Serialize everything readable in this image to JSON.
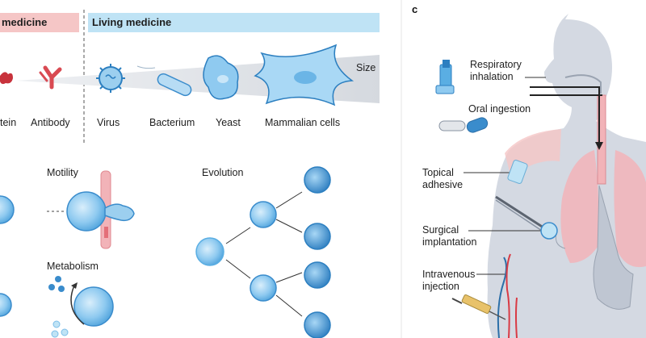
{
  "panel_b": {
    "header_left": "medicine",
    "header_right": "Living medicine",
    "size_label": "Size",
    "scale_items": [
      "tein",
      "Antibody",
      "Virus",
      "Bacterium",
      "Yeast",
      "Mammalian cells"
    ],
    "motility_label": "Motility",
    "metabolism_label": "Metabolism",
    "evolution_label": "Evolution"
  },
  "panel_c": {
    "panel_letter": "c",
    "routes": {
      "respiratory": [
        "Respiratory",
        "inhalation"
      ],
      "oral": "Oral ingestion",
      "topical": [
        "Topical",
        "adhesive"
      ],
      "surgical": [
        "Surgical",
        "implantation"
      ],
      "intravenous": [
        "Intravenous",
        "injection"
      ]
    }
  },
  "icons": [
    "protein-icon",
    "antibody-icon",
    "virus-icon",
    "bacterium-icon",
    "yeast-icon",
    "mammalian-cell-icon",
    "inhaler-icon",
    "pill-capsule-icon",
    "adhesive-patch-icon",
    "surgical-tool-icon",
    "syringe-icon"
  ],
  "colors": {
    "living_header": "#bfe3f5",
    "medicine_header": "#f5c6c6",
    "cell_blue": "#5aaee3",
    "body_grey": "#d4d9e2",
    "organ_pink": "#f2b3b8"
  }
}
